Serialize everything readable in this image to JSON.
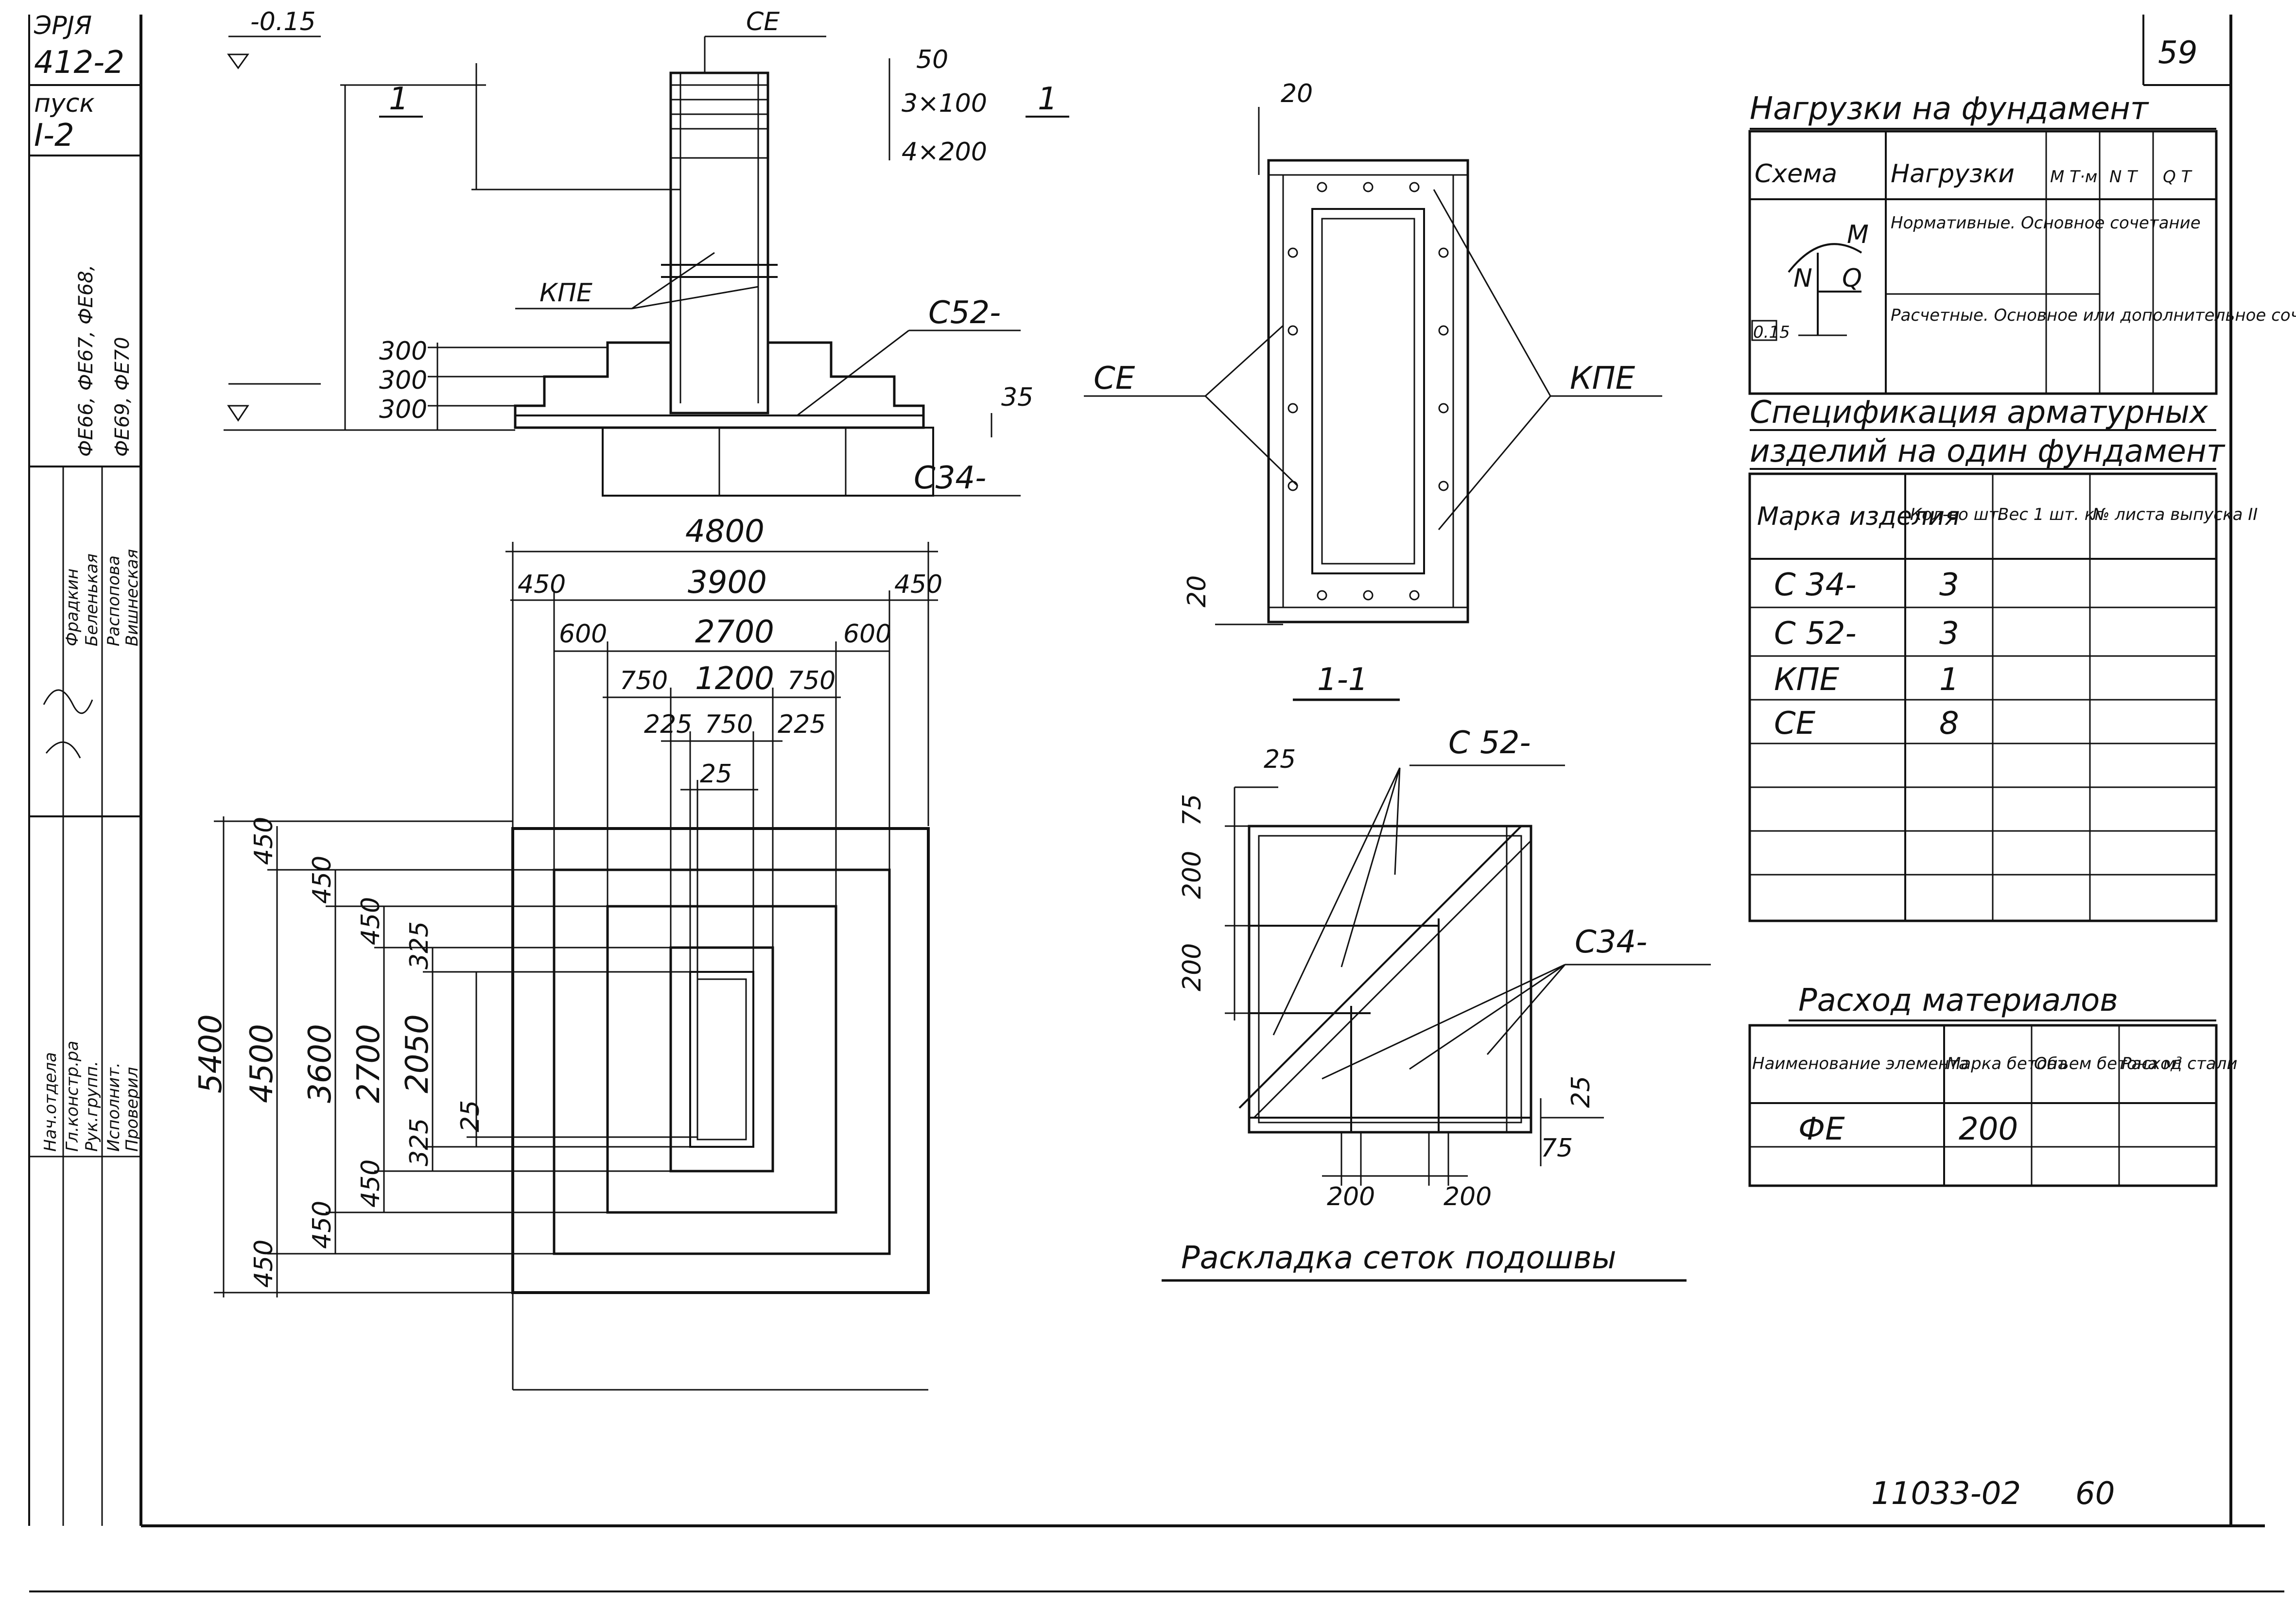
{
  "title_block": {
    "series_code": "ЭРЈЯ",
    "series_num": "412-2",
    "issue_label": "пуск",
    "issue_num": "I-2",
    "marks_line1": "ФЕ66, ФЕ67, ФЕ68,",
    "marks_line2": "ФЕ69, ФЕ70",
    "roles": [
      "Нач.отдела",
      "Гл.констр.ра",
      "Рук.групп.",
      "Исполнит.",
      "Проверил"
    ],
    "names": [
      "Фрадкин",
      "Беленькая",
      "Распопова",
      "Вишнеская"
    ],
    "sheet_num": "59"
  },
  "elevation": {
    "level_mark": "-0.15",
    "label_ce": "СЕ",
    "label_kpe": "КПЕ",
    "label_c52": "С52-",
    "label_c34": "С34-",
    "section_mark": "1",
    "dim_50": "50",
    "dim_3x100": "3×100",
    "dim_4x200": "4×200",
    "steps": [
      "300",
      "300",
      "300"
    ],
    "dim_35": "35"
  },
  "section": {
    "title": "1-1",
    "label_ce": "СЕ",
    "label_kpe": "КПЕ",
    "dim_20a": "20",
    "dim_20b": "20"
  },
  "plan": {
    "top_dims": {
      "d1": "4800",
      "d2": [
        "450",
        "3900",
        "450"
      ],
      "d3": [
        "600",
        "2700",
        "600"
      ],
      "d4": [
        "750",
        "1200",
        "750"
      ],
      "d5": [
        "225",
        "750",
        "225"
      ],
      "d6": "25"
    },
    "left_dims": {
      "d1": "5400",
      "d2": [
        "450",
        "4500",
        "450"
      ],
      "d3": [
        "450",
        "3600",
        "450"
      ],
      "d4": [
        "450",
        "2700",
        "450"
      ],
      "d5": [
        "325",
        "2050",
        "325"
      ],
      "d6": "25"
    }
  },
  "mesh": {
    "title": "Раскладка сеток подошвы",
    "label_c52": "С 52-",
    "label_c34": "С34-",
    "dims": [
      "25",
      "75",
      "200",
      "200",
      "25",
      "75",
      "200",
      "200"
    ]
  },
  "loads_table": {
    "title": "Нагрузки на фундамент",
    "headers": [
      "Схема",
      "Нагрузки",
      "M Т·м",
      "N Т",
      "Q Т"
    ],
    "rows": [
      [
        "Нормативные. Основное сочетание"
      ],
      [
        "Расчетные. Основное или дополнительное сочетание"
      ]
    ],
    "schema_labels": [
      "M",
      "N",
      "Q",
      "0.15"
    ]
  },
  "spec_table": {
    "title_line1": "Спецификация арматурных",
    "title_line2": "изделий на один фундамент",
    "headers": [
      "Марка изделия",
      "Кол-во шт.",
      "Вес 1 шт. кг",
      "№ листа выпуска II"
    ],
    "rows": [
      [
        "С 34-",
        "3"
      ],
      [
        "С 52-",
        "3"
      ],
      [
        "КПЕ",
        "1"
      ],
      [
        "СЕ",
        "8"
      ]
    ]
  },
  "materials_table": {
    "title": "Расход материалов",
    "headers": [
      "Наименование элемента",
      "Марка бетона",
      "Объем бетона м³",
      "Расход стали"
    ],
    "rows": [
      [
        "ФЕ",
        "200"
      ]
    ]
  },
  "footer": {
    "code": "11033-02",
    "page": "60"
  }
}
